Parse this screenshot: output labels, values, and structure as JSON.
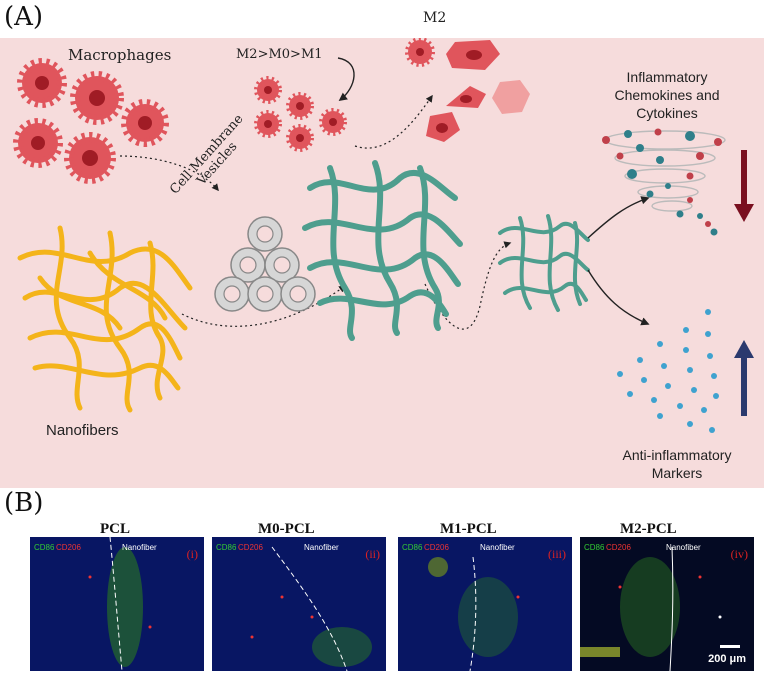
{
  "panel_a": {
    "label": "(A)",
    "macrophages": "Macrophages",
    "transition": "M2>M0>M1",
    "m2": "M2",
    "cell_membrane_line1": "Cell Membrane",
    "cell_membrane_line2": "Vesicles",
    "nanofibers": "Nanofibers",
    "inflammatory_line1": "Inflammatory",
    "inflammatory_line2": "Chemokines and",
    "inflammatory_line3": "Cytokines",
    "anti_line1": "Anti-inflammatory",
    "anti_line2": "Markers",
    "colors": {
      "background": "#f6dcdc",
      "cell": "#e0555c",
      "nanofiber_yellow": "#f4b41a",
      "nanofiber_teal": "#4e9e8e",
      "down_arrow": "#7a1020",
      "up_arrow": "#2b3a6e"
    }
  },
  "panel_b": {
    "label": "(B)",
    "scale_bar": "200 μm",
    "panels": [
      {
        "title": "PCL",
        "roman": "(i)",
        "cd86": "CD86",
        "cd206": "CD206",
        "fiber": "Nanofiber"
      },
      {
        "title": "M0-PCL",
        "roman": "(ii)",
        "cd86": "CD86",
        "cd206": "CD206",
        "fiber": "Nanofiber"
      },
      {
        "title": "M1-PCL",
        "roman": "(iii)",
        "cd86": "CD86",
        "cd206": "CD206",
        "fiber": "Nanofiber"
      },
      {
        "title": "M2-PCL",
        "roman": "(iv)",
        "cd86": "CD86",
        "cd206": "CD206",
        "fiber": "Nanofiber"
      }
    ]
  }
}
